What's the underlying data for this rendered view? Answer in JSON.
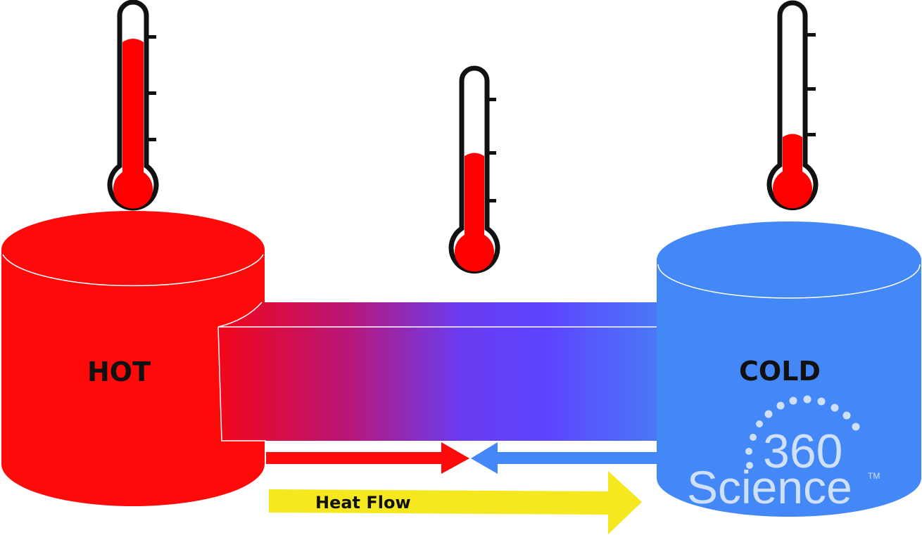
{
  "diagram": {
    "hot_label": "HOT",
    "cold_label": "COLD",
    "heat_flow_label": "Heat Flow",
    "logo": {
      "number": "360",
      "word": "Science",
      "trademark": "TM"
    }
  },
  "colors": {
    "hot": "#ff0a0a",
    "cold": "#4488f8",
    "bar_mid": "#6a3cf0",
    "heat_arrow": "#f5e81e",
    "thermometer_outline": "#111111",
    "thermometer_fill": "#ff0000"
  },
  "thermometers": [
    {
      "name": "hot-thermometer",
      "level": "high"
    },
    {
      "name": "middle-thermometer",
      "level": "medium"
    },
    {
      "name": "cold-thermometer",
      "level": "low"
    }
  ]
}
